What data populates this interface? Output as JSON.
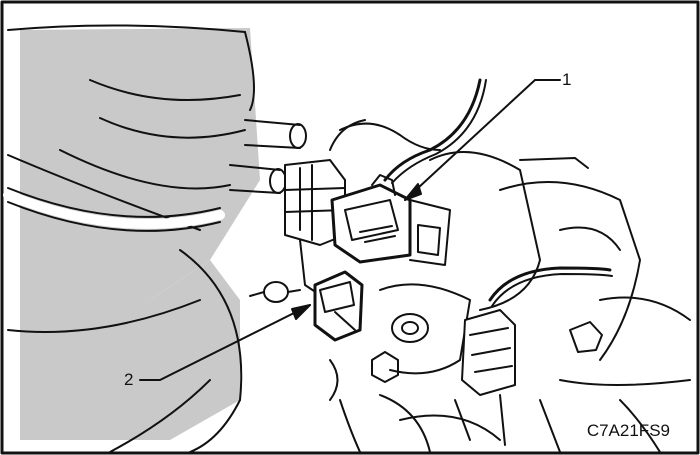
{
  "figure": {
    "code": "C7A21FS9",
    "callouts": [
      {
        "number": "1"
      },
      {
        "number": "2"
      }
    ]
  }
}
